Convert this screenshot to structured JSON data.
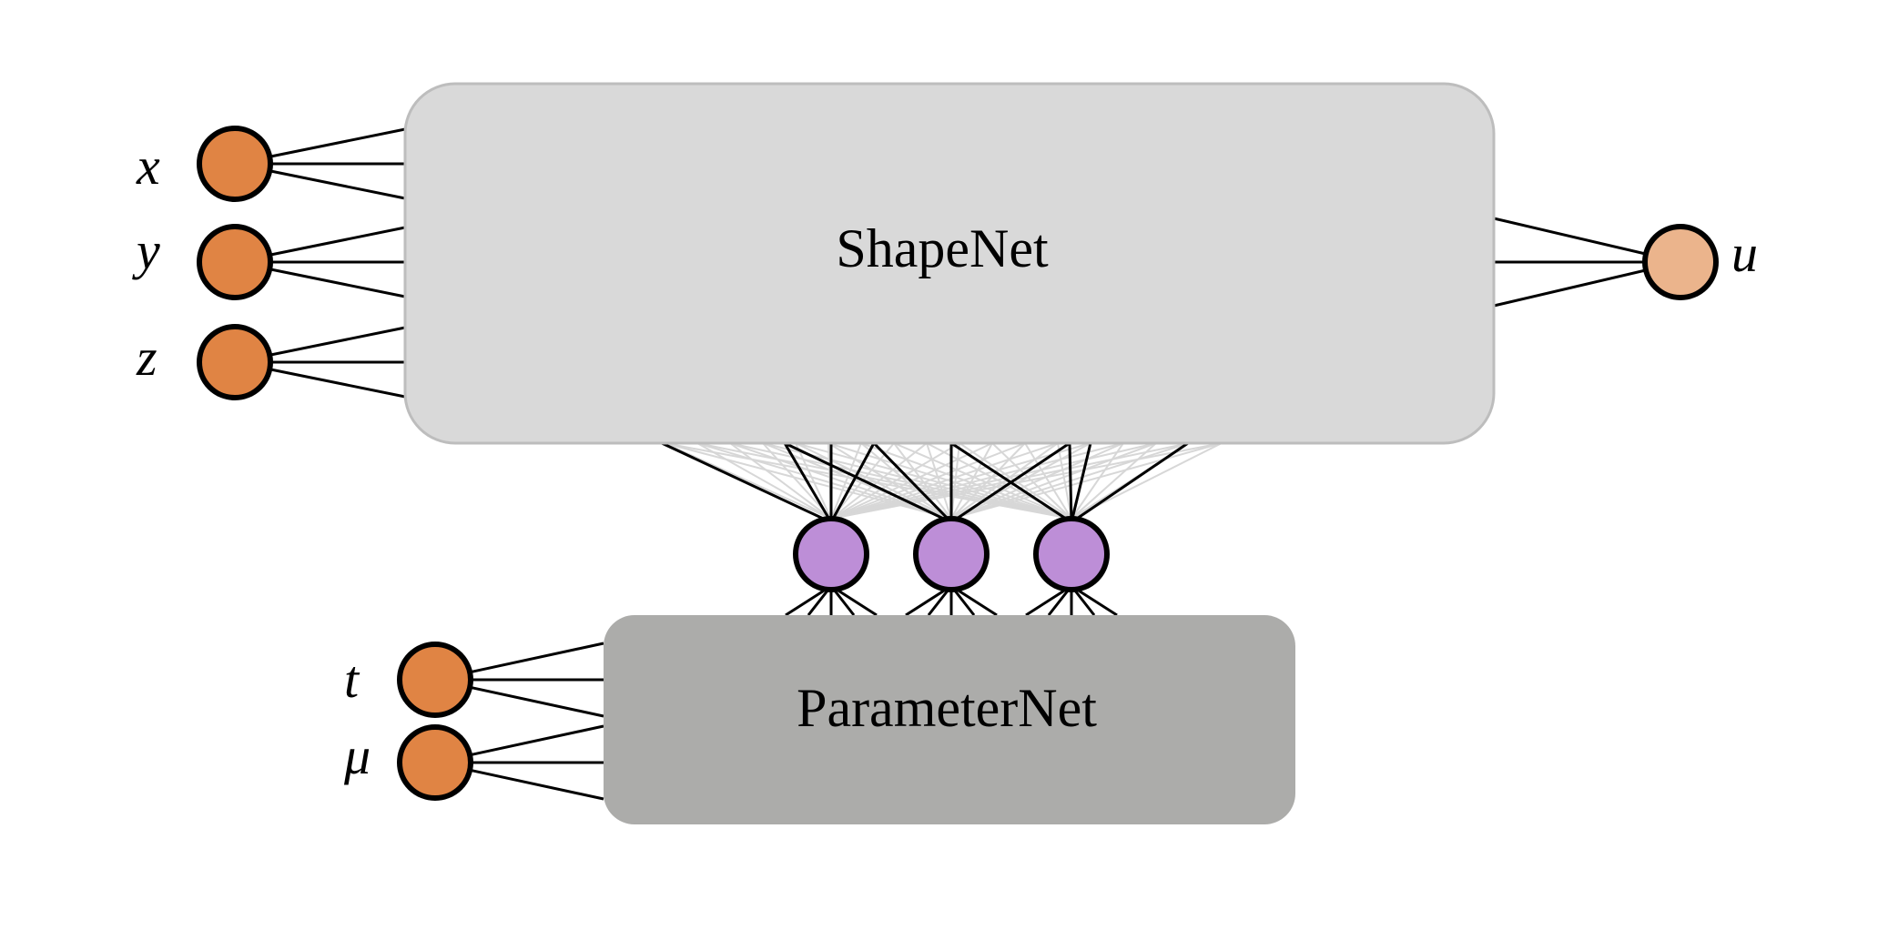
{
  "blocks": {
    "shape_net": {
      "label": "ShapeNet",
      "fill": "#d9d9d9",
      "stroke": "#bdbdbd"
    },
    "parameter_net": {
      "label": "ParameterNet",
      "fill": "#acacaa"
    }
  },
  "inputs": {
    "x": "x",
    "y": "y",
    "z": "z",
    "t": "t",
    "mu": "μ"
  },
  "output": {
    "u": "u"
  },
  "colors": {
    "input_node": "#e08444",
    "output_node": "#ebb48c",
    "latent_node": "#bd8ed7",
    "edge": "#000000",
    "faint_edge": "#d7d7d7"
  },
  "latent_node_count": 3
}
